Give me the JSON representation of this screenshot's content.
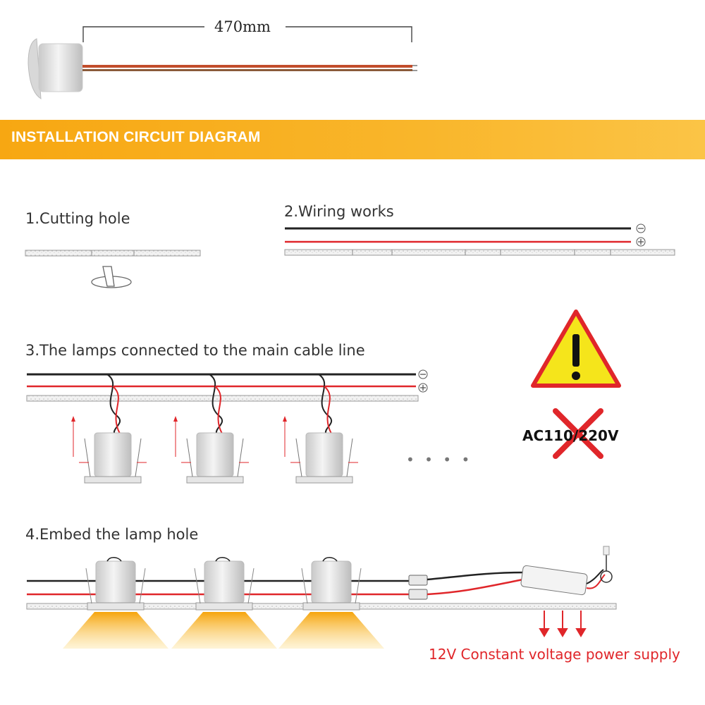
{
  "dimension_label": "470mm",
  "banner_title": "INSTALLATION CIRCUIT DIAGRAM",
  "steps": [
    {
      "label": "1.Cutting hole"
    },
    {
      "label": "2.Wiring works"
    },
    {
      "label": "3.The lamps connected to the main cable line"
    },
    {
      "label": "4.Embed the lamp hole"
    }
  ],
  "polarity": {
    "negative": "⊖",
    "positive": "⊕"
  },
  "ellipsis": "• • • •",
  "warning": {
    "text": "AC110/220V",
    "icon": "warning-triangle-icon",
    "cross_icon": "red-x-icon"
  },
  "power_supply_label": "12V Constant voltage power supply",
  "colors": {
    "banner": "#f7a712",
    "negative_wire": "#222222",
    "positive_wire": "#e0262a",
    "warning_yellow": "#f5e51b",
    "warning_red": "#e0262a",
    "light_beam": "#f9b62b",
    "psu_text": "#e0262a"
  }
}
